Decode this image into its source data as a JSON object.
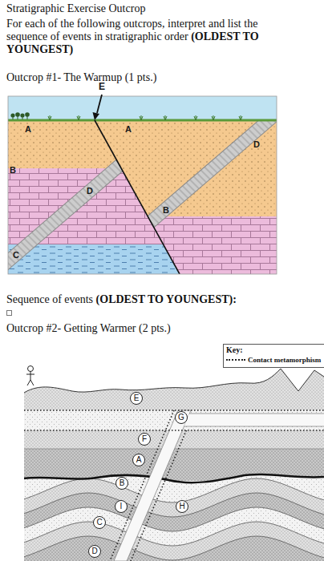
{
  "diagram": {
    "title": "Stratigraphic Exercise Outcrop",
    "nodes": [
      {
        "text": [
          "E"
        ]
      },
      {
        "text": [
          "G"
        ]
      },
      {
        "text": [
          "F"
        ]
      },
      {
        "text": [
          "A"
        ]
      },
      {
        "text": [
          "B"
        ]
      },
      {
        "text": [
          "I"
        ]
      },
      {
        "text": [
          "H"
        ]
      },
      {
        "text": [
          "C"
        ]
      },
      {
        "text": [
          "D"
        ]
      }
    ],
    "labels": [
      "For each of the following outcrops, interpret and list the sequence of events in stratigraphic order",
      "(OLDEST TO YOUNGEST)",
      "Outcrop #1- The Warmup (1 pts.)",
      "E",
      "A",
      "A",
      "B",
      "D",
      "D",
      "B",
      "C",
      "Sequence of events",
      "(OLDEST TO YOUNGEST):",
      "Outcrop #2- Getting Warmer (2 pts.)",
      "Key:"
    ],
    "legend": [
      {
        "text": "Contact metamorphism"
      }
    ]
  }
}
